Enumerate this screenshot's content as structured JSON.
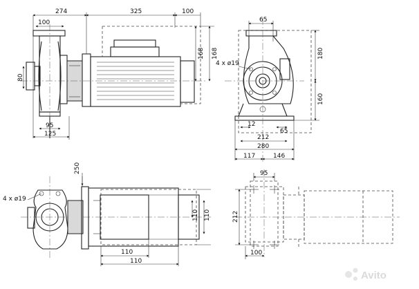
{
  "dimensions": {
    "d274": "274",
    "d325": "325",
    "d100_top": "100",
    "d100_flange": "100",
    "d80": "80",
    "d168_a": "168",
    "d168_b": "168",
    "d95_side": "95",
    "d125": "125",
    "d65_top": "65",
    "d180": "180",
    "d160": "160",
    "holes_top": "4 x ø19",
    "d12": "12",
    "d65_bottom": "65",
    "d212": "212",
    "d280": "280",
    "d117": "117",
    "d146": "146",
    "d250": "250",
    "holes_bottom": "4 x ø19",
    "d110_v1": "110",
    "d110_v2": "110",
    "d110_h1": "110",
    "d110_h2": "110",
    "d95_plan": "95",
    "d212_plan": "212",
    "d100_plan": "100"
  },
  "watermark": {
    "text": "Avito"
  }
}
